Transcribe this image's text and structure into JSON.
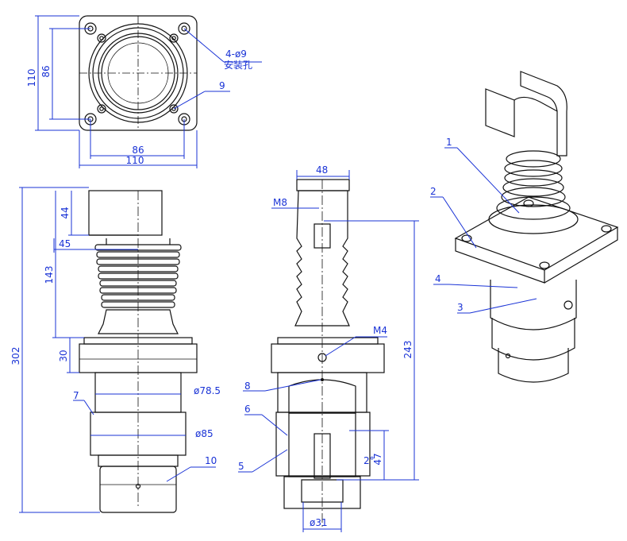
{
  "dimensions": {
    "top_view": {
      "outer": "110",
      "bolt_pitch": "86",
      "outer_h": "110",
      "pitch_h": "86",
      "holes": "4-ø9",
      "holes_note": "安装孔",
      "part9": "9"
    },
    "front_view": {
      "h302": "302",
      "h44": "44",
      "w45": "45",
      "h143": "143",
      "h30": "30",
      "d785": "ø78.5",
      "d85": "ø85",
      "part7": "7",
      "part10": "10"
    },
    "section_view": {
      "w48": "48",
      "m8": "M8",
      "m4": "M4",
      "h243": "243",
      "h47": "47",
      "angle": "2°",
      "d31": "ø31",
      "part8": "8",
      "part6": "6",
      "part5": "5"
    },
    "iso_view": {
      "part1": "1",
      "part2": "2",
      "part3": "3",
      "part4": "4"
    }
  },
  "colors": {
    "outline": "#111111",
    "dimension": "#1a33d6"
  }
}
